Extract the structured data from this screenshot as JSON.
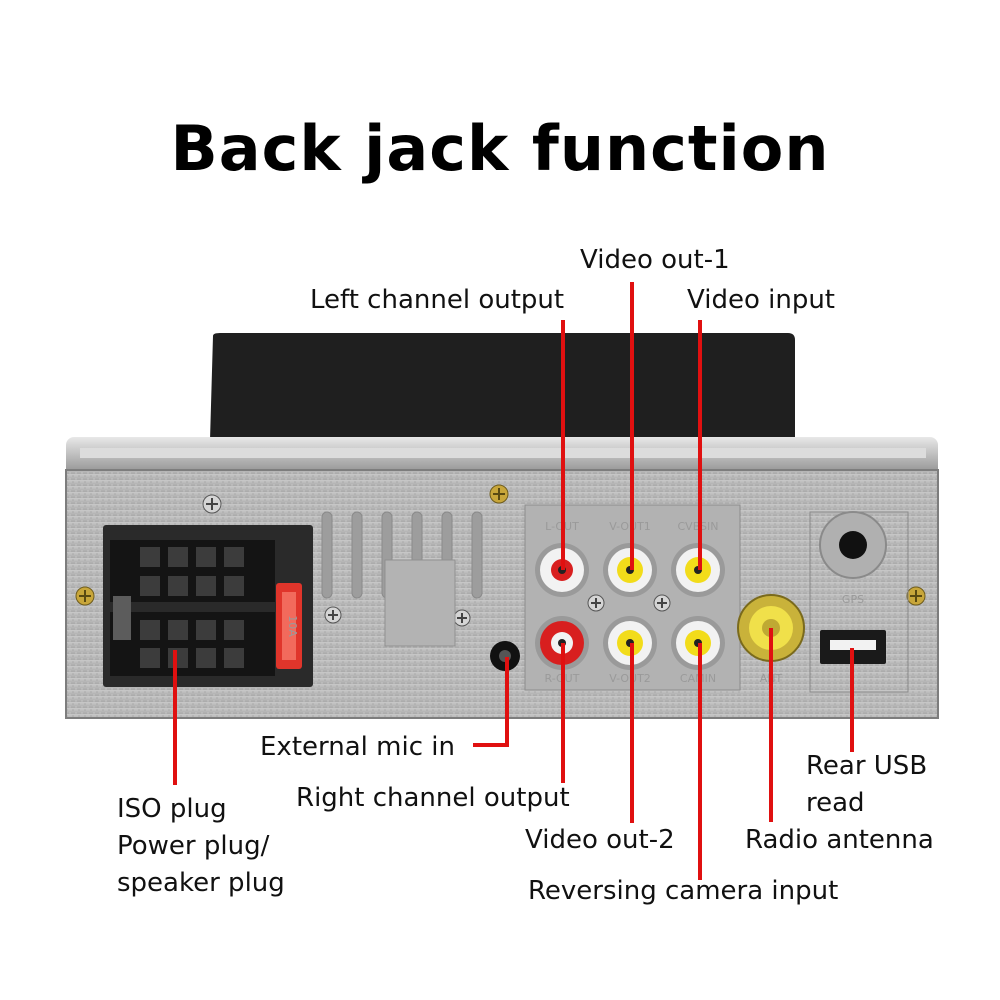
{
  "title": "Back jack function",
  "panel_marks": {
    "lout": "L-OUT",
    "vout1": "V-OUT1",
    "cvbsin": "CVBSIN",
    "rout": "R-OUT",
    "vout2": "V-OUT2",
    "camin": "CAMIN",
    "ant": "ANT",
    "gps": "GPS",
    "fuse": "10A"
  },
  "labels": {
    "video_out_1": "Video out-1",
    "left_channel_output": "Left channel output",
    "video_input": "Video input",
    "external_mic_in": "External mic in",
    "right_channel_output": "Right channel output",
    "iso_plug": [
      "ISO plug",
      "Power plug/",
      "speaker plug"
    ],
    "video_out_2": "Video out-2",
    "radio_antenna": "Radio antenna",
    "rear_usb_read": [
      "Rear USB",
      "read"
    ],
    "reversing_camera_input": "Reversing camera input"
  },
  "colors": {
    "leader": "#e01010",
    "panel": "#bdbdbd",
    "panel_dark": "#8f8f8f",
    "top_plate": "#1f1f1f",
    "jack_white": "#f2f2f2",
    "jack_red": "#d81f1f",
    "jack_yellow": "#f2dc1a",
    "connector": "#2a2a2a",
    "fuse": "#e0352b"
  }
}
